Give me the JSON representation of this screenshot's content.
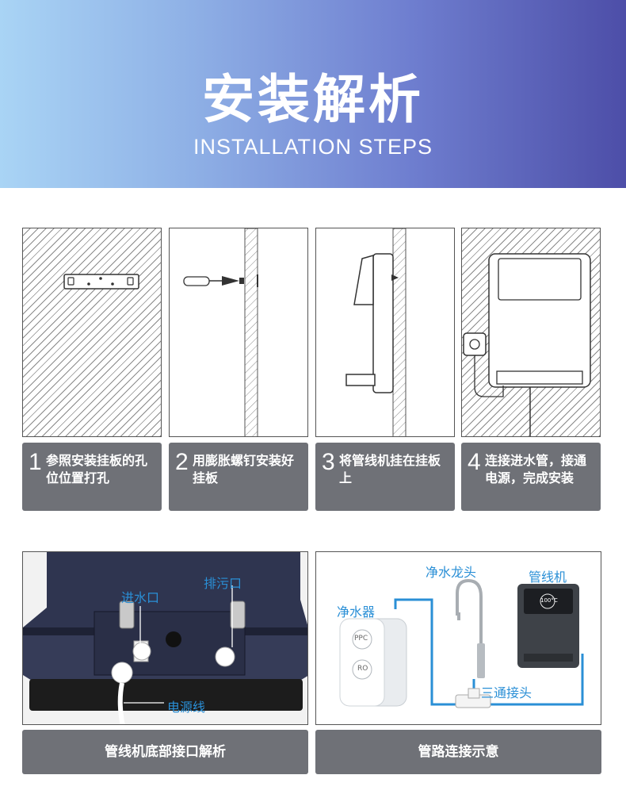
{
  "banner": {
    "title": "安装解析",
    "subtitle": "INSTALLATION STEPS"
  },
  "steps": [
    {
      "number": "1",
      "text": "参照安装挂板的孔位位置打孔"
    },
    {
      "number": "2",
      "text": "用膨胀螺钉安装好挂板"
    },
    {
      "number": "3",
      "text": "将管线机挂在挂板上"
    },
    {
      "number": "4",
      "text": "连接进水管，接通电源，完成安装"
    }
  ],
  "bottom_photo_labels": {
    "inlet": "进水口",
    "drain": "排污口",
    "power_cord": "电源线"
  },
  "diagram_labels": {
    "faucet": "净水龙头",
    "dispenser": "管线机",
    "purifier": "净水器",
    "tee": "三通接头",
    "ppc": "PPC",
    "ro": "RO",
    "display": "100°C"
  },
  "captions": {
    "bottom_interface": "管线机底部接口解析",
    "pipe_diagram": "管路连接示意"
  },
  "colors": {
    "accent_blue": "#2a8fd6",
    "caption_gray": "#6f7177",
    "device_navy": "#2f3550"
  }
}
